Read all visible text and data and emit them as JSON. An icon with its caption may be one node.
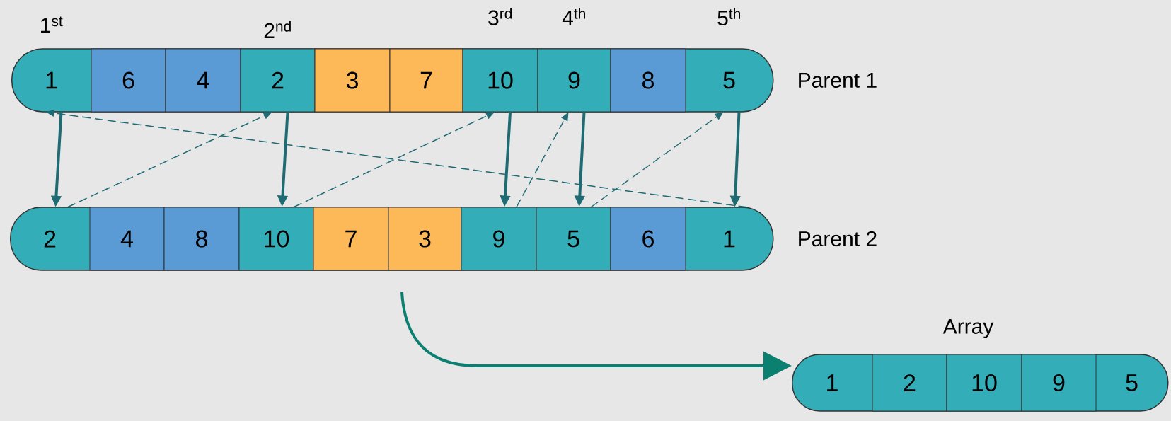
{
  "diagram": {
    "nodes": [
      {
        "text": [],
        "shape": "bar",
        "beside": [
          "Parent 1"
        ]
      },
      {
        "text": [
          "1"
        ],
        "in": 0,
        "beside": [
          "1$^{st}$"
        ]
      },
      {
        "text": [
          "6"
        ],
        "in": 0
      },
      {
        "text": [
          "4"
        ],
        "in": 0
      },
      {
        "text": [
          "2"
        ],
        "in": 0,
        "beside": [
          "2$^{nd}$"
        ]
      },
      {
        "text": [
          "3"
        ],
        "in": 0
      },
      {
        "text": [
          "7"
        ],
        "in": 0
      },
      {
        "text": [
          "10"
        ],
        "in": 0,
        "beside": [
          "3$^{rd}$"
        ]
      },
      {
        "text": [
          "9"
        ],
        "in": 0,
        "beside": [
          "4$^{th}$"
        ]
      },
      {
        "text": [
          "8"
        ],
        "in": 0
      },
      {
        "text": [
          "5"
        ],
        "in": 0,
        "beside": [
          "5$^{th}$"
        ]
      },
      {
        "text": [],
        "shape": "bar",
        "beside": [
          "Parent 2"
        ]
      },
      {
        "text": [
          "2"
        ],
        "in": 11
      },
      {
        "text": [
          "4"
        ],
        "in": 11
      },
      {
        "text": [
          "8"
        ],
        "in": 11
      },
      {
        "text": [
          "10"
        ],
        "in": 11
      },
      {
        "text": [
          "7"
        ],
        "in": 11
      },
      {
        "text": [
          "3"
        ],
        "in": 11
      },
      {
        "text": [
          "9"
        ],
        "in": 11
      },
      {
        "text": [
          "5"
        ],
        "in": 11
      },
      {
        "text": [
          "6"
        ],
        "in": 11
      },
      {
        "text": [
          "1"
        ],
        "in": 11
      },
      {
        "text": [],
        "shape": "bar",
        "beside": [
          "Array"
        ]
      },
      {
        "text": [
          "1"
        ],
        "in": 22
      },
      {
        "text": [
          "2"
        ],
        "in": 22
      },
      {
        "text": [
          "10"
        ],
        "in": 22
      },
      {
        "text": [
          "9"
        ],
        "in": 22
      },
      {
        "text": [
          "5"
        ],
        "in": 22
      }
    ],
    "edges": [
      {
        "from": 1,
        "to": 12,
        "arrow": "to"
      },
      {
        "from": 4,
        "to": 15,
        "arrow": "to"
      },
      {
        "from": 7,
        "to": 18,
        "arrow": "to"
      },
      {
        "from": 8,
        "to": 19,
        "arrow": "to"
      },
      {
        "from": 10,
        "to": 21,
        "arrow": "to"
      },
      {
        "from": 12,
        "to": 4,
        "arrow": "to",
        "style": "dashed"
      },
      {
        "from": 15,
        "to": 7,
        "arrow": "to",
        "style": "dashed"
      },
      {
        "from": 18,
        "to": 8,
        "arrow": "to",
        "style": "dashed"
      },
      {
        "from": 19,
        "to": 10,
        "arrow": "to",
        "style": "dashed"
      },
      {
        "from": 21,
        "to": 1,
        "arrow": "to",
        "style": "dashed"
      },
      {
        "from": null,
        "to": 22,
        "arrow": "to",
        "color": "#0b8070"
      }
    ]
  }
}
